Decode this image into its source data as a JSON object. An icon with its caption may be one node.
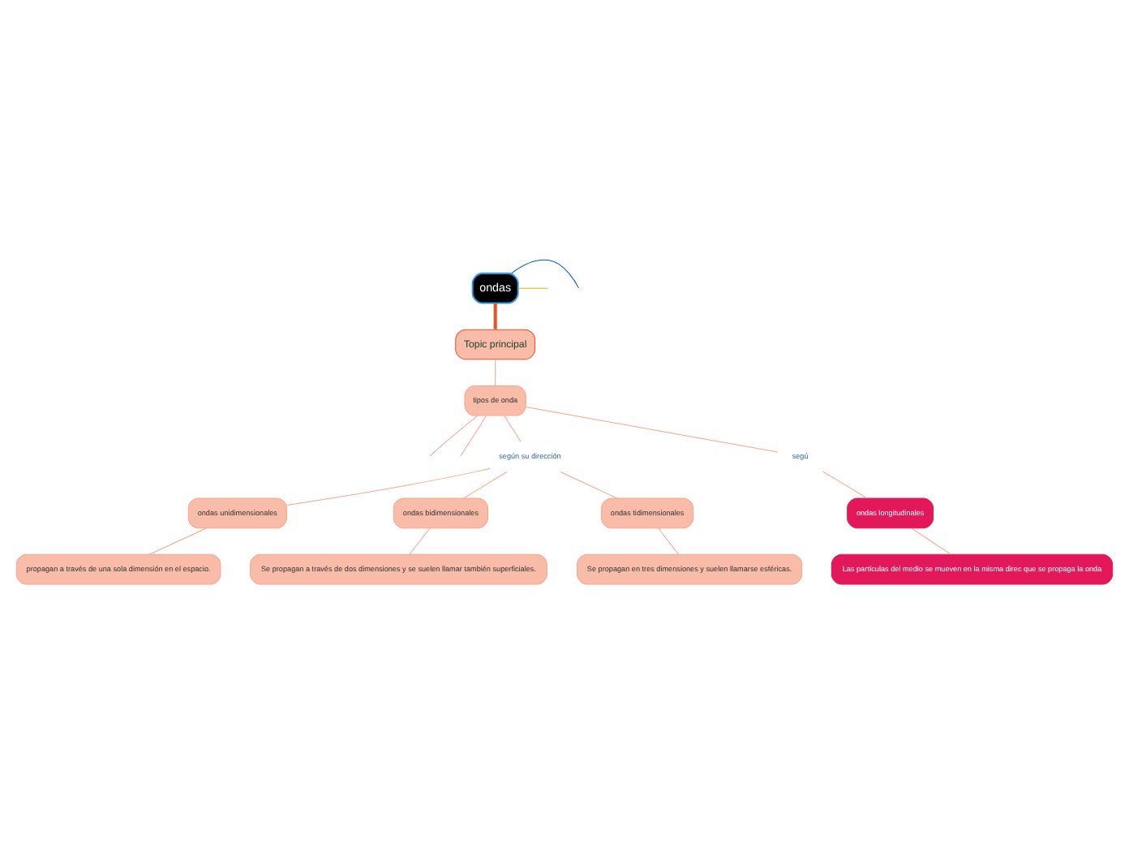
{
  "diagram": {
    "nodes": [
      {
        "text": [
          "ondas"
        ]
      },
      {
        "text": [
          "Topic principal"
        ]
      },
      {
        "text": [
          "tipos de onda"
        ]
      },
      {
        "text": [
          "según su dirección"
        ]
      },
      {
        "text": [
          "ondas unidimensionales"
        ]
      },
      {
        "text": [
          "ondas bidimensionales"
        ]
      },
      {
        "text": [
          "ondas tidimensionales"
        ]
      },
      {
        "text": [
          "propagan a través de una sola dimensión en el espacio."
        ]
      },
      {
        "text": [
          "Se propagan a través de dos dimensiones y se suelen llamar también superficiales."
        ]
      },
      {
        "text": [
          "Se propagan en tres dimensiones y suelen llamarse esféricas."
        ]
      },
      {
        "text": [
          "segú"
        ]
      },
      {
        "text": [
          "ondas longitudinales"
        ]
      },
      {
        "text": [
          "Las partículas del medio se mueven en la misma direc que se propaga la onda"
        ]
      }
    ],
    "edges": [
      {
        "from": 0,
        "to": null,
        "arrow": "none",
        "color": "#0055cc"
      },
      {
        "from": 0,
        "to": 1,
        "arrow": "none",
        "color": "#f04e23",
        "style": "thick"
      },
      {
        "from": 0,
        "to": null,
        "arrow": "none",
        "color": "#f5b000"
      },
      {
        "from": 1,
        "to": 2,
        "arrow": "none"
      },
      {
        "from": 2,
        "to": null,
        "arrow": "none"
      },
      {
        "from": 2,
        "to": null,
        "arrow": "none"
      },
      {
        "from": 2,
        "to": 3,
        "arrow": "none"
      },
      {
        "from": 2,
        "to": 10,
        "arrow": "none"
      },
      {
        "from": 3,
        "to": 4,
        "arrow": "none"
      },
      {
        "from": 3,
        "to": 5,
        "arrow": "none"
      },
      {
        "from": 3,
        "to": 6,
        "arrow": "none"
      },
      {
        "from": 4,
        "to": 7,
        "arrow": "none"
      },
      {
        "from": 5,
        "to": 8,
        "arrow": "none"
      },
      {
        "from": 6,
        "to": 9,
        "arrow": "none"
      },
      {
        "from": 10,
        "to": 11,
        "arrow": "none"
      },
      {
        "from": 11,
        "to": 12,
        "arrow": "none"
      }
    ]
  }
}
